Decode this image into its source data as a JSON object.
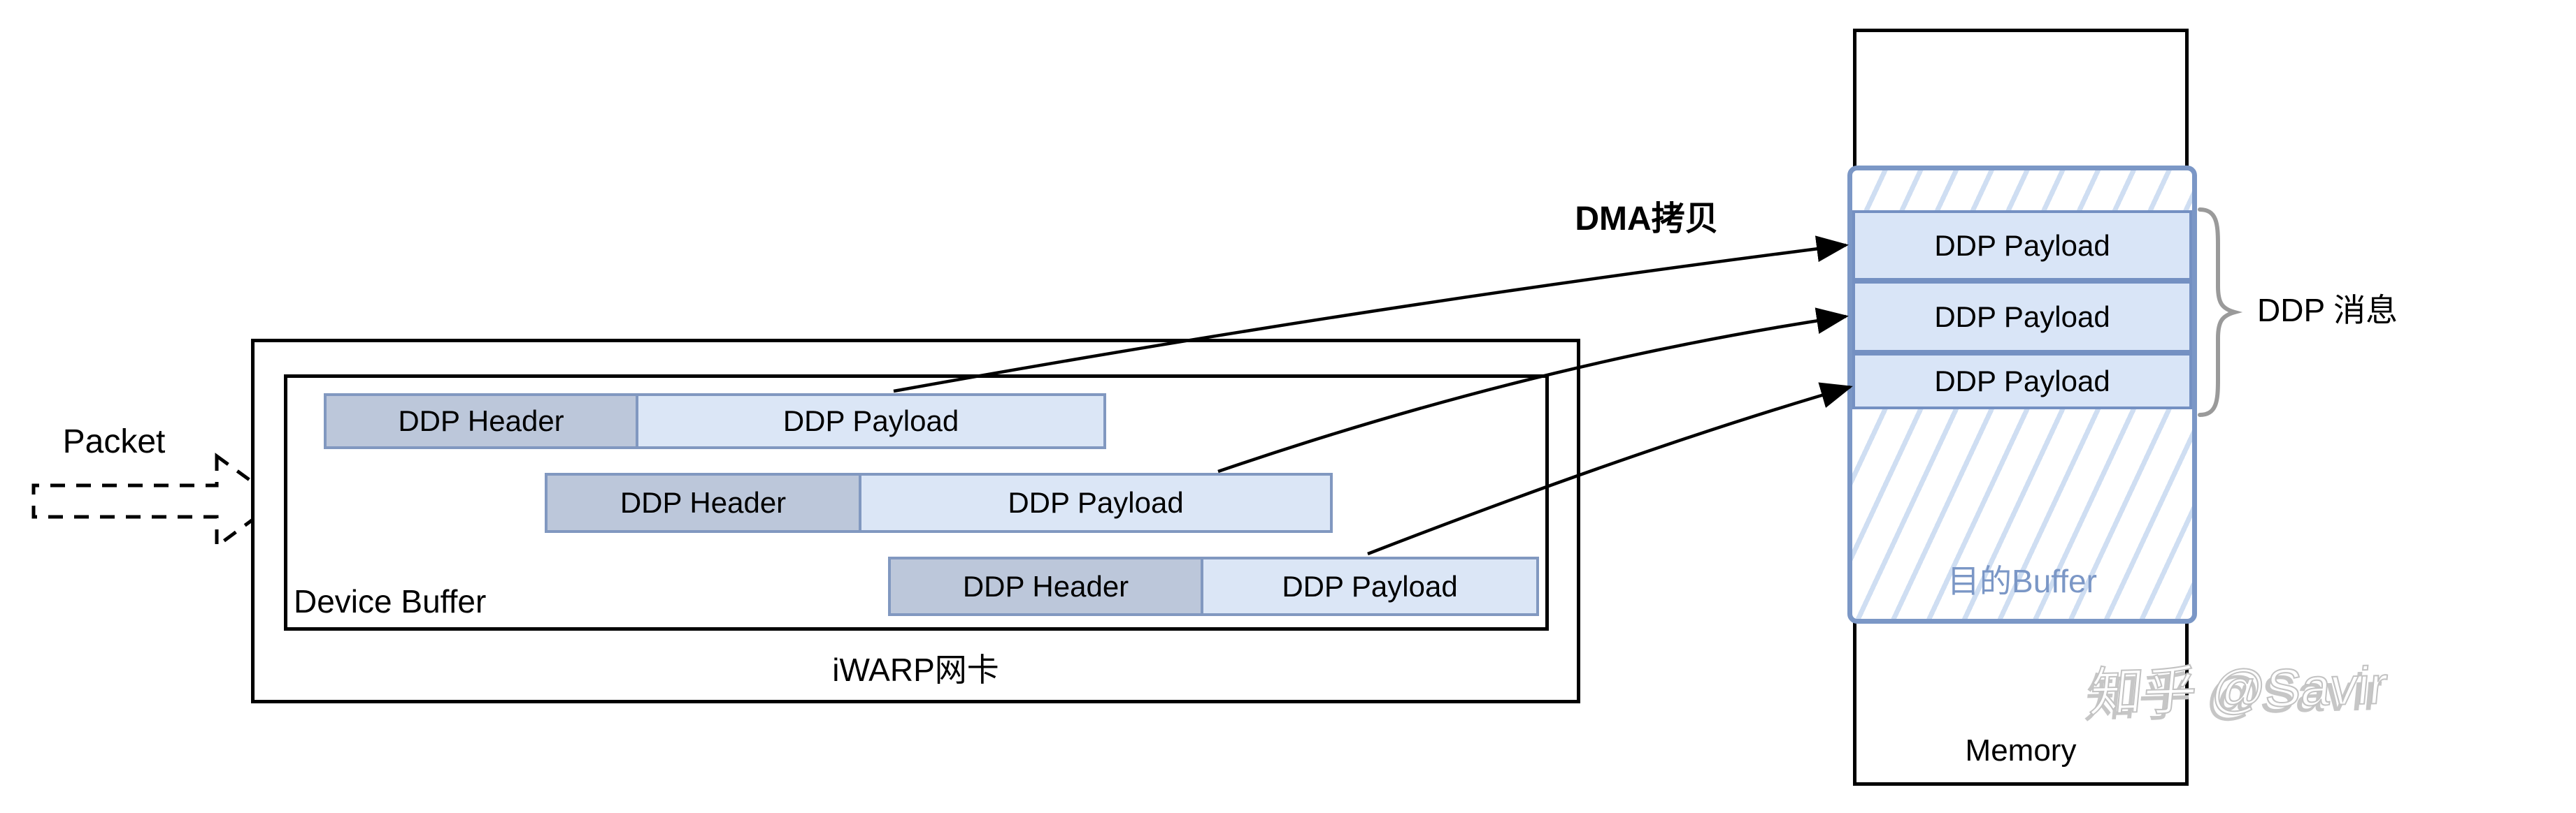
{
  "packet": {
    "label": "Packet"
  },
  "device": {
    "outer_label": "iWARP网卡",
    "inner_label": "Device Buffer",
    "bars": [
      {
        "header": "DDP Header",
        "payload": "DDP Payload"
      },
      {
        "header": "DDP Header",
        "payload": "DDP Payload"
      },
      {
        "header": "DDP Header",
        "payload": "DDP Payload"
      }
    ]
  },
  "dma": {
    "label": "DMA拷贝"
  },
  "memory": {
    "label": "Memory",
    "rows": [
      "DDP Payload",
      "DDP Payload",
      "DDP Payload"
    ],
    "dest_buffer_label": "目的Buffer",
    "message_label": "DDP 消息"
  },
  "watermark": "知乎 @Savir",
  "colors": {
    "bar_border": "#8198c0",
    "header_fill": "#bcc7da",
    "payload_fill": "#dbe6f6",
    "memory_row_fill": "#d9e5f7",
    "memory_row_border": "#7490c2",
    "dest_buffer_border": "#7b97c6",
    "dest_buffer_text": "#7b97c6",
    "hatch_line": "#cfdef2",
    "bracket": "#9a9a9a",
    "watermark": "#c6c6c6",
    "arrow": "#000000",
    "box_border": "#000000"
  }
}
